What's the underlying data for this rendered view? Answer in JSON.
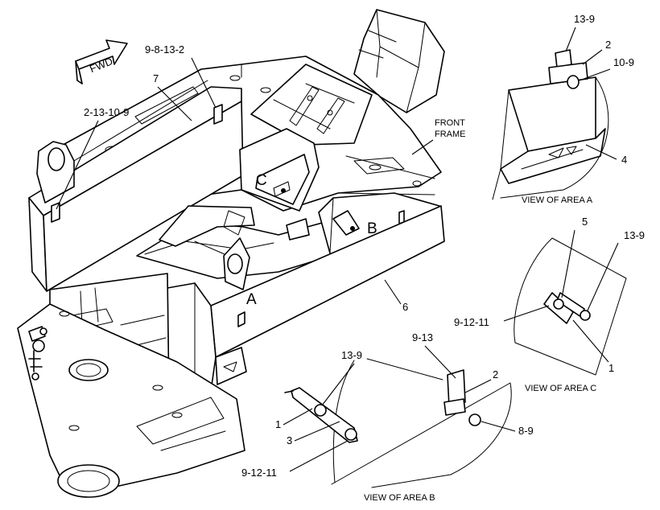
{
  "fwd": "FWD",
  "front_frame": [
    "FRONT",
    "FRAME"
  ],
  "area_letters": {
    "a": "A",
    "b": "B",
    "c": "C"
  },
  "view_titles": {
    "a": "VIEW OF AREA A",
    "b": "VIEW OF AREA B",
    "c": "VIEW OF AREA C"
  },
  "callouts": {
    "main_9_8_13_2": "9-8-13-2",
    "main_7": "7",
    "main_2_13_10_9": "2-13-10-9",
    "main_6": "6",
    "a_13_9": "13-9",
    "a_2": "2",
    "a_10_9": "10-9",
    "a_4": "4",
    "c_5": "5",
    "c_13_9": "13-9",
    "c_9_12_11": "9-12-11",
    "c_1": "1",
    "b_9_13": "9-13",
    "b_2": "2",
    "b_13_9": "13-9",
    "b_1": "1",
    "b_3": "3",
    "b_9_12_11": "9-12-11",
    "b_8_9": "8-9"
  }
}
